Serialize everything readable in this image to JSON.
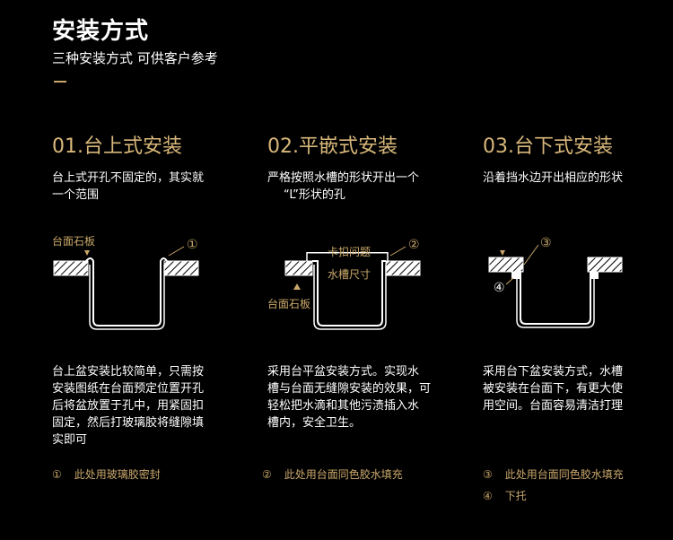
{
  "header": {
    "title": "安装方式",
    "subtitle": "三种安装方式 可供客户参考"
  },
  "columns": [
    {
      "title": "01.台上式安装",
      "desc_lines": [
        "台上式开孔不固定的，其实就",
        "一个范围"
      ],
      "label_stone": "台面石板",
      "marker1": "①",
      "body_lines": [
        "台上盆安装比较简单，只需按",
        "安装图纸在台面预定位置开孔",
        "后将盆放置于孔中，用紧固扣",
        "固定，然后打玻璃胶将缝隙填",
        "实即可"
      ],
      "notes": [
        {
          "num": "①",
          "text": "此处用玻璃胶密封"
        }
      ]
    },
    {
      "title": "02.平嵌式安装",
      "desc_lines": [
        "严格按照水槽的形状开出一个",
        "“L”形状的孔"
      ],
      "label_clip": "卡扣问题",
      "label_size": "水槽尺寸",
      "label_stone": "台面石板",
      "marker2": "②",
      "body_lines": [
        "采用台平盆安装方式。实现水",
        "槽与台面无缝隙安装的效果，可",
        "轻松把水滴和其他污渍插入水",
        "槽内，安全卫生。"
      ],
      "notes": [
        {
          "num": "②",
          "text": "此处用台面同色胶水填充"
        }
      ]
    },
    {
      "title": "03.台下式安装",
      "desc_lines": [
        "沿着挡水边开出相应的形状"
      ],
      "marker3": "③",
      "marker4": "④",
      "body_lines": [
        "采用台下盆安装方式，水槽",
        "被安装在台面下，有更大使",
        "用空间。台面容易清洁打理"
      ],
      "notes": [
        {
          "num": "③",
          "text": "此处用台面同色胶水填充"
        },
        {
          "num": "④",
          "text": "下托"
        }
      ]
    }
  ]
}
